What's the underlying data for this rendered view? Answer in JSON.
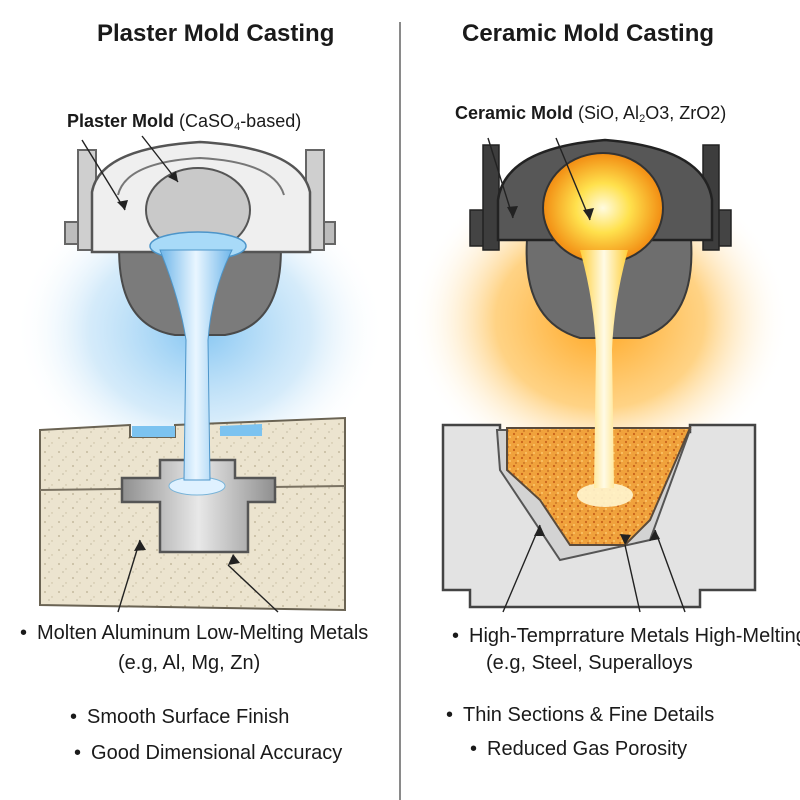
{
  "left": {
    "title": "Plaster Mold Casting",
    "mold_label": {
      "name": "Plaster Mold",
      "prefix": "(CaSO",
      "sub": "4",
      "suffix": "-based)"
    },
    "bullets": [
      "Molten Aluminum Low-Melting Metals",
      "(e.g, Al, Mg, Zn)",
      "Smooth Surface Finish",
      "Good Dimensional Accuracy"
    ]
  },
  "right": {
    "title": "Ceramic Mold Casting",
    "mold_label": {
      "name": "Ceramic Mold",
      "prefix": "(SiO, Al",
      "sub": "2",
      "suffix": "O3, ZrO2)"
    },
    "bullets": [
      "High-Temprrature Metals High-Melting",
      "(e.g, Steel, Superalloys",
      "Thin Sections & Fine Details",
      "Reduced Gas Porosity"
    ]
  },
  "bullet_glyph": "•",
  "colors": {
    "plaster_glow": "#8ec9f0",
    "molten_aluminum": "#bfe6ff",
    "plaster_block": "#ece4cf",
    "ceramic_glow": "#ffb030",
    "molten_steel": "#ffd54a",
    "ceramic_block": "#dcdcdc"
  }
}
